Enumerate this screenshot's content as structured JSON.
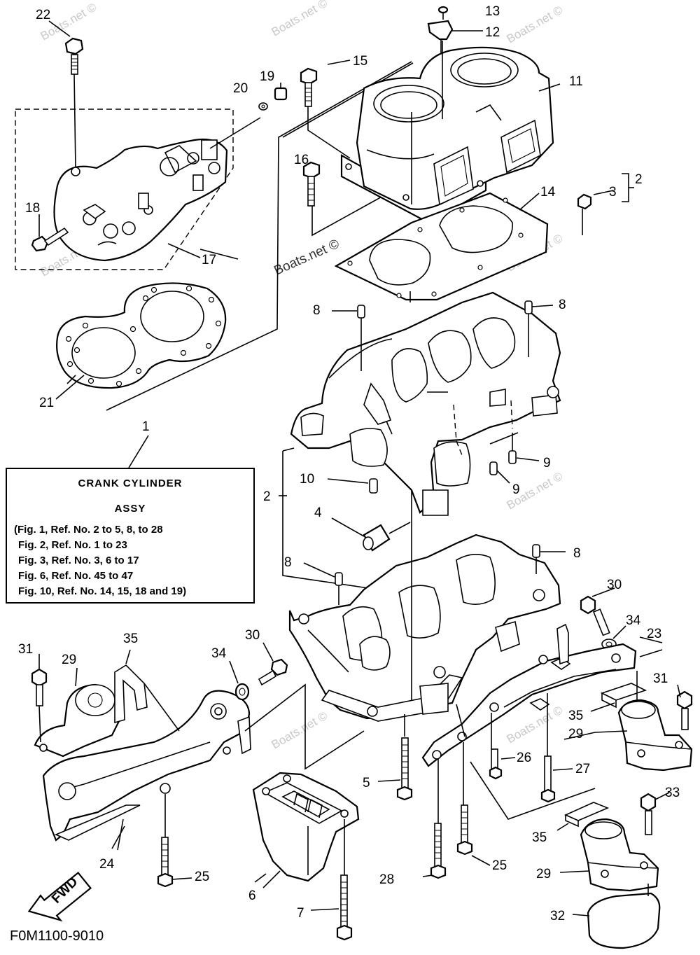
{
  "diagram": {
    "callouts": [
      "1",
      "2",
      "2",
      "3",
      "4",
      "5",
      "6",
      "7",
      "8",
      "8",
      "8",
      "8",
      "9",
      "9",
      "10",
      "11",
      "12",
      "13",
      "14",
      "15",
      "16",
      "17",
      "18",
      "19",
      "20",
      "21",
      "22",
      "23",
      "24",
      "25",
      "25",
      "26",
      "27",
      "28",
      "29",
      "29",
      "29",
      "30",
      "30",
      "31",
      "31",
      "32",
      "33",
      "34",
      "34",
      "35",
      "35",
      "35"
    ],
    "bracket_label": "2",
    "fwd_label": "FWD"
  },
  "note_box": {
    "title_line1": "CRANK CYLINDER",
    "title_line2": "ASSY",
    "refs": [
      "(Fig. 1, Ref. No. 2 to 5, 8, to 28",
      "Fig. 2, Ref. No. 1 to 23",
      "Fig. 3, Ref. No. 3, 6 to 17",
      "Fig. 6, Ref. No. 45 to 47",
      "Fig. 10, Ref. No. 14, 15, 18 and 19)"
    ]
  },
  "watermarks": [
    "Boats.net ©"
  ],
  "figure_code": "F0M1100-9010"
}
